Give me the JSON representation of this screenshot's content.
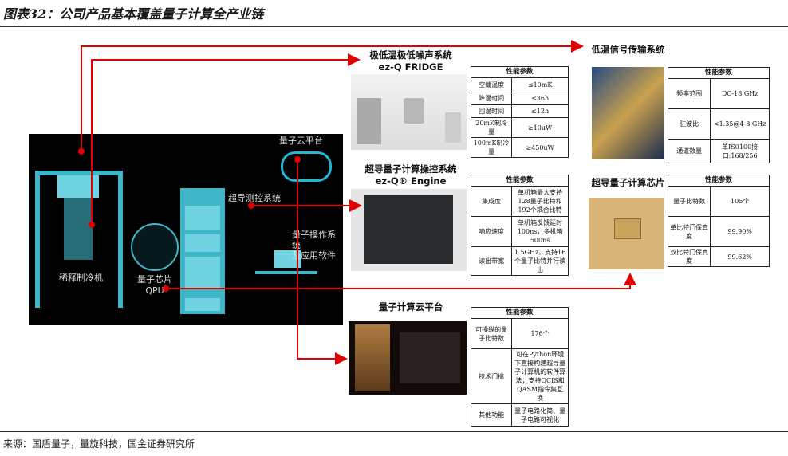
{
  "title": "图表32：公司产品基本覆盖量子计算全产业链",
  "source": "来源：国盾量子，量旋科技，国金证券研究所",
  "diagram": {
    "cloud": "量子云平台",
    "control": "超导测控系统",
    "os_line1": "量子操作系统",
    "os_line2": "及应用软件",
    "chip_line1": "量子芯片",
    "chip_line2": "QPU",
    "fridge": "稀释制冷机"
  },
  "sections": {
    "fridge": {
      "title": "极低温极低噪声系统",
      "subtitle": "ez-Q FRIDGE"
    },
    "engine": {
      "title": "超导量子计算操控系统",
      "subtitle": "ez-Q® Engine"
    },
    "cloud": {
      "title": "量子计算云平台"
    },
    "signal": {
      "title": "低温信号传输系统"
    },
    "chip": {
      "title": "超导量子计算芯片"
    }
  },
  "tables": {
    "header": "性能参数",
    "fridge": [
      [
        "空载温度",
        "≤10mK"
      ],
      [
        "降温时间",
        "≤36h"
      ],
      [
        "回温时间",
        "≤12h"
      ],
      [
        "20mK制冷量",
        "≥10uW"
      ],
      [
        "100mK制冷量",
        "≥450uW"
      ]
    ],
    "engine": [
      [
        "集成度",
        "单机箱最大支持128量子比特和192个耦合比特"
      ],
      [
        "响应速度",
        "单机箱反馈延时100ns，多机箱500ns"
      ],
      [
        "读出带宽",
        "1.5GHz，支持16个量子比特并行读出"
      ]
    ],
    "cloud": [
      [
        "可操纵的量子比特数",
        "176个"
      ],
      [
        "技术门槛",
        "可在Python环境下直接构建超导量子计算机的软件算法；支持QCIS和QASM指令集互换"
      ],
      [
        "其他功能",
        "量子电路化简、量子电路可视化"
      ]
    ],
    "signal": [
      [
        "频率范围",
        "DC-18 GHz"
      ],
      [
        "驻波比",
        "<1.35@4-8 GHz"
      ],
      [
        "通道数量",
        "单IS0100接口:168/256"
      ]
    ],
    "chip": [
      [
        "量子比特数",
        "105个"
      ],
      [
        "单比特门保真度",
        "99.90%"
      ],
      [
        "双比特门保真度",
        "99.62%"
      ]
    ]
  },
  "colors": {
    "arrow": "#e00000",
    "panel": "#000000",
    "cyan": "#3fb6c8"
  }
}
